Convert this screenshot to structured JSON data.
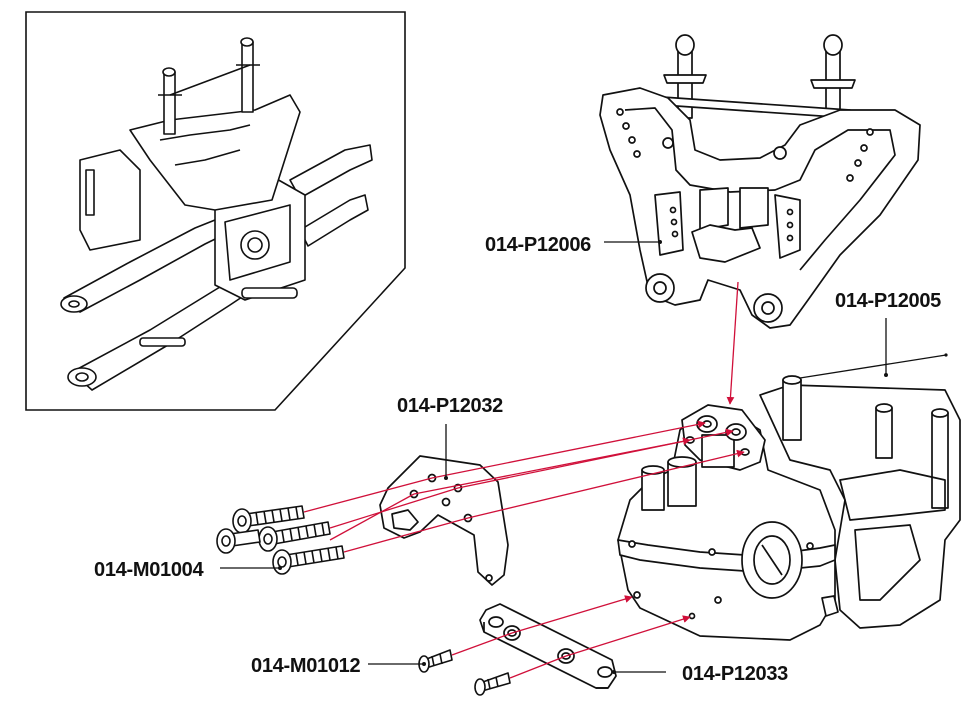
{
  "diagram": {
    "labels": {
      "p12006": "014-P12006",
      "p12005": "014-P12005",
      "p12032": "014-P12032",
      "m01004": "014-M01004",
      "m01012": "014-M01012",
      "p12033": "014-P12033"
    },
    "colors": {
      "ink": "#111111",
      "guide": "#d0103a",
      "paper": "#ffffff"
    },
    "icons": [
      "inset-assembly-icon",
      "shock-tower-icon",
      "gearbox-housing-icon",
      "tower-brace-icon",
      "cap-screw-icon",
      "countersunk-screw-icon",
      "skid-plate-icon"
    ]
  }
}
